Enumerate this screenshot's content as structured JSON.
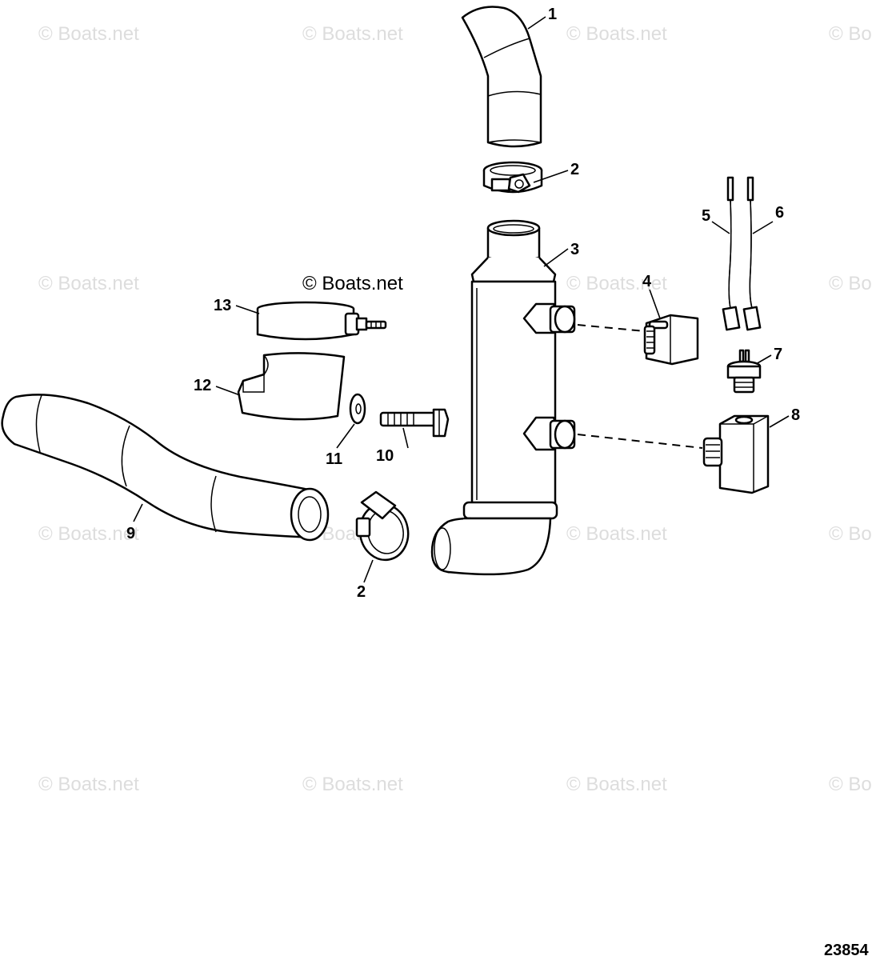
{
  "diagram": {
    "watermark_text": "© Boats.net",
    "figure_number": "23854",
    "callouts": [
      "1",
      "2",
      "3",
      "4",
      "5",
      "6",
      "7",
      "8",
      "9",
      "10",
      "11",
      "12",
      "13",
      "2"
    ]
  }
}
